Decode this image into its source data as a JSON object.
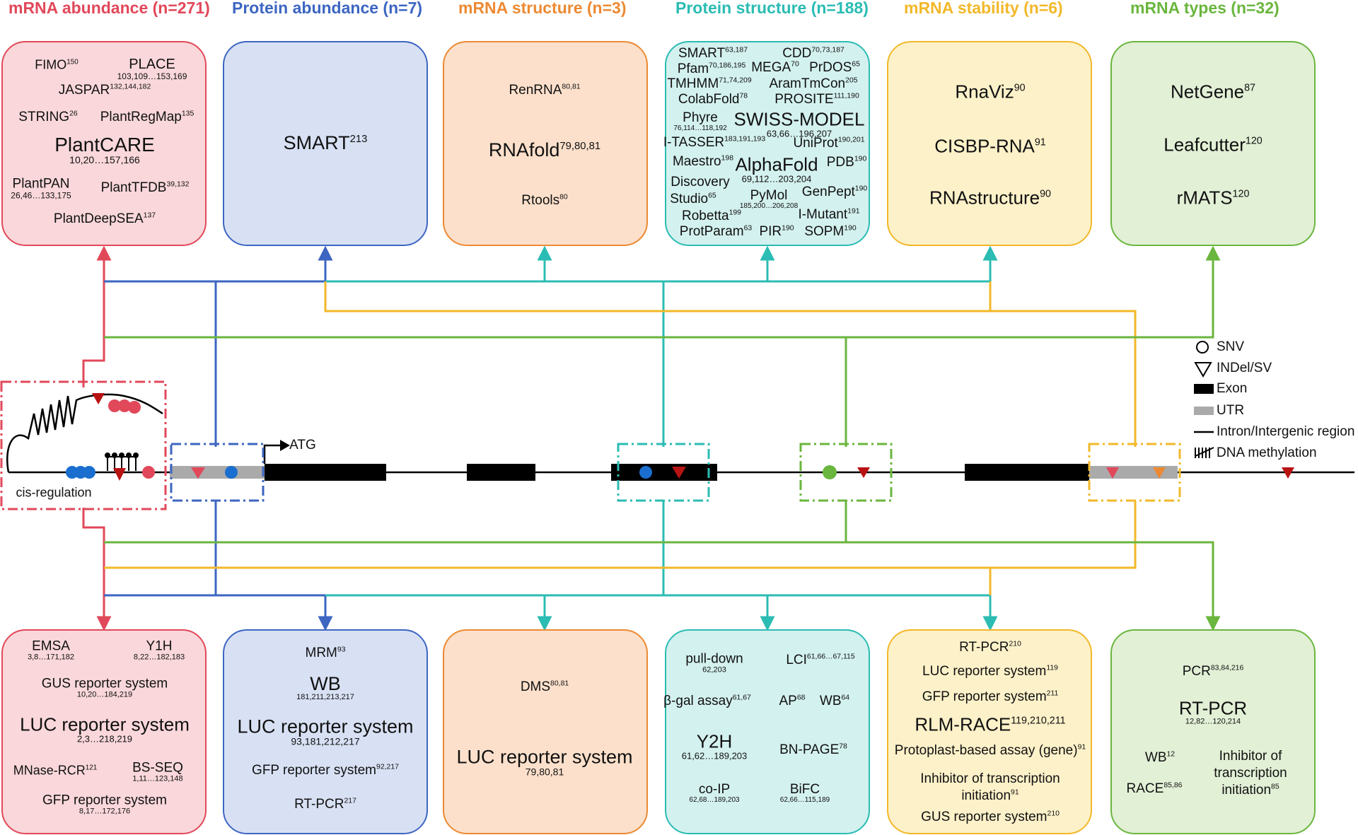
{
  "colors": {
    "red": "#e1485a",
    "blue": "#3d66c2",
    "orange": "#ec8a33",
    "teal": "#2bbcb3",
    "yellow": "#f2b829",
    "green": "#6ab63e"
  },
  "headers": [
    {
      "id": "h1",
      "text": "mRNA abundance (n=271)",
      "color": "#e1485a"
    },
    {
      "id": "h2",
      "text": "Protein abundance (n=7)",
      "color": "#3d66c2"
    },
    {
      "id": "h3",
      "text": "mRNA structure (n=3)",
      "color": "#ec8a33"
    },
    {
      "id": "h4",
      "text": "Protein structure (n=188)",
      "color": "#2bbcb3"
    },
    {
      "id": "h5",
      "text": "mRNA stability (n=6)",
      "color": "#f2b829"
    },
    {
      "id": "h6",
      "text": "mRNA types (n=32)",
      "color": "#6ab63e"
    }
  ],
  "top_tools": {
    "mrna_abundance": [
      {
        "name": "FIMO",
        "sup": "150"
      },
      {
        "name": "PLACE",
        "sub": "103,109…153,169"
      },
      {
        "name": "JASPAR",
        "sup": "132,144,182"
      },
      {
        "name": "STRING",
        "sup": "26"
      },
      {
        "name": "PlantRegMap",
        "sup": "135"
      },
      {
        "name": "PlantCARE",
        "sub": "10,20…157,166"
      },
      {
        "name": "PlantPAN",
        "sub": "26,46…133,175"
      },
      {
        "name": "PlantTFDB",
        "sup": "39,132"
      },
      {
        "name": "PlantDeepSEA",
        "sup": "137"
      }
    ],
    "protein_abundance": [
      {
        "name": "SMART",
        "sup": "213"
      }
    ],
    "mrna_structure": [
      {
        "name": "RenRNA",
        "sup": "80,81"
      },
      {
        "name": "RNAfold",
        "sup": "79,80,81"
      },
      {
        "name": "Rtools",
        "sup": "80"
      }
    ],
    "protein_structure": [
      {
        "name": "SMART",
        "sup": "63,187"
      },
      {
        "name": "CDD",
        "sup": "70,73,187"
      },
      {
        "name": "Pfam",
        "sup": "70,186,195"
      },
      {
        "name": "MEGA",
        "sup": "70"
      },
      {
        "name": "PrDOS",
        "sup": "65"
      },
      {
        "name": "TMHMM",
        "sup": "71,74,209"
      },
      {
        "name": "AramTmCon",
        "sup": "205"
      },
      {
        "name": "ColabFold",
        "sup": "78"
      },
      {
        "name": "PROSITE",
        "sup": "111,190"
      },
      {
        "name": "Phyre",
        "sub": "76,114…118,192"
      },
      {
        "name": "SWISS-MODEL",
        "sub": "63,66…196,207"
      },
      {
        "name": "I-TASSER",
        "sup": "183,191,193"
      },
      {
        "name": "UniProt",
        "sup": "190,201"
      },
      {
        "name": "Maestro",
        "sup": "198"
      },
      {
        "name": "AlphaFold",
        "sub": "69,112…203,204"
      },
      {
        "name": "PDB",
        "sup": "190"
      },
      {
        "name": "Discovery"
      },
      {
        "name": "Studio",
        "sup": "65"
      },
      {
        "name": "PyMol",
        "sub": "185,200…206,208"
      },
      {
        "name": "GenPept",
        "sup": "190"
      },
      {
        "name": "Robetta",
        "sup": "199"
      },
      {
        "name": "I-Mutant",
        "sup": "191"
      },
      {
        "name": "ProtParam",
        "sup": "63"
      },
      {
        "name": "PIR",
        "sup": "190"
      },
      {
        "name": "SOPM",
        "sup": "190"
      }
    ],
    "mrna_stability": [
      {
        "name": "RnaViz",
        "sup": "90"
      },
      {
        "name": "CISBP-RNA",
        "sup": "91"
      },
      {
        "name": "RNAstructure",
        "sup": "90"
      }
    ],
    "mrna_types": [
      {
        "name": "NetGene",
        "sup": "87"
      },
      {
        "name": "Leafcutter",
        "sup": "120"
      },
      {
        "name": "rMATS",
        "sup": "120"
      }
    ]
  },
  "bottom_methods": {
    "mrna_abundance": [
      {
        "name": "EMSA",
        "sub": "3,8…171,182"
      },
      {
        "name": "Y1H",
        "sub": "8,22…182,183"
      },
      {
        "name": "GUS reporter system",
        "sub": "10,20…184,219"
      },
      {
        "name": "LUC reporter system",
        "sub": "2,3…218,219"
      },
      {
        "name": "MNase-RCR",
        "sup": "121"
      },
      {
        "name": "BS-SEQ",
        "sub": "1,11…123,148"
      },
      {
        "name": "GFP reporter system",
        "sub": "8,17…172,176"
      }
    ],
    "protein_abundance": [
      {
        "name": "MRM",
        "sup": "93"
      },
      {
        "name": "WB",
        "sub": "181,211,213,217"
      },
      {
        "name": "LUC reporter system",
        "sub": "93,181,212,217"
      },
      {
        "name": "GFP reporter system",
        "sup": "92,217"
      },
      {
        "name": "RT-PCR",
        "sup": "217"
      }
    ],
    "mrna_structure": [
      {
        "name": "DMS",
        "sup": "80,81"
      },
      {
        "name": "LUC reporter system",
        "sub": "79,80,81"
      }
    ],
    "protein_structure": [
      {
        "name": "pull-down",
        "sub": "62,203"
      },
      {
        "name": "LCI",
        "sup": "61,66…67,115"
      },
      {
        "name": "β-gal assay",
        "sup": "61,67"
      },
      {
        "name": "AP",
        "sup": "68"
      },
      {
        "name": "WB",
        "sup": "64"
      },
      {
        "name": "Y2H",
        "sub": "61,62…189,203"
      },
      {
        "name": "BN-PAGE",
        "sup": "78"
      },
      {
        "name": "co-IP",
        "sub": "62,68…189,203"
      },
      {
        "name": "BiFC",
        "sub": "62,66…115,189"
      }
    ],
    "mrna_stability": [
      {
        "name": "RT-PCR",
        "sup": "210"
      },
      {
        "name": "LUC reporter system",
        "sup": "119"
      },
      {
        "name": "GFP reporter system",
        "sup": "211"
      },
      {
        "name": "RLM-RACE",
        "sup": "119,210,211"
      },
      {
        "name": "Protoplast-based assay (gene)",
        "sup": "91"
      },
      {
        "name": "Inhibitor of transcription"
      },
      {
        "name": "initiation",
        "sup": "91"
      },
      {
        "name": "GUS reporter system",
        "sup": "210"
      }
    ],
    "mrna_types": [
      {
        "name": "PCR",
        "sup": "83,84,216"
      },
      {
        "name": "RT-PCR",
        "sub": "12,82…120,214"
      },
      {
        "name": "WB",
        "sup": "12"
      },
      {
        "name": "Inhibitor of"
      },
      {
        "name": "transcription"
      },
      {
        "name": "initiation",
        "sup": "85"
      },
      {
        "name": "RACE",
        "sup": "85,86"
      }
    ]
  },
  "gene_labels": {
    "atg": "ATG",
    "cis": "cis-regulation"
  },
  "legend": [
    {
      "id": "snv",
      "label": "SNV",
      "icon": "open-circle"
    },
    {
      "id": "indel",
      "label": "INDel/SV",
      "icon": "open-triangle"
    },
    {
      "id": "exon",
      "label": "Exon",
      "icon": "black-bar"
    },
    {
      "id": "utr",
      "label": "UTR",
      "icon": "grey-bar"
    },
    {
      "id": "intron",
      "label": "Intron/Intergenic region",
      "icon": "line"
    },
    {
      "id": "meth",
      "label": "DNA methylation",
      "icon": "lollipops"
    }
  ]
}
